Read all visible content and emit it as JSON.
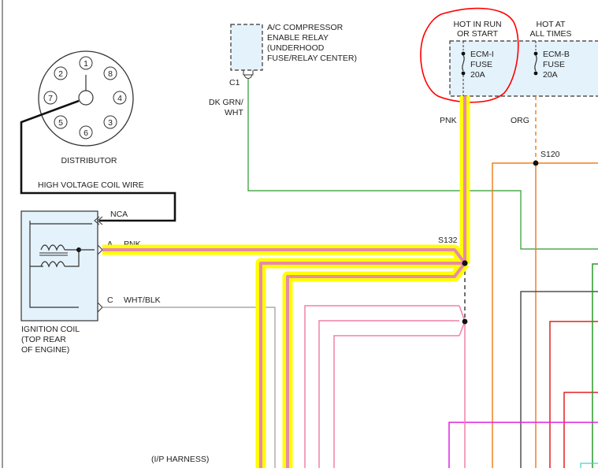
{
  "distributor": {
    "label": "DISTRIBUTOR",
    "terminals": [
      "1",
      "8",
      "4",
      "3",
      "6",
      "5",
      "7",
      "2"
    ]
  },
  "coil_wire_label": "HIGH VOLTAGE COIL WIRE",
  "relay": {
    "lines": [
      "A/C COMPRESSOR",
      "ENABLE RELAY",
      "(UNDERHOOD",
      "FUSE/RELAY CENTER)"
    ],
    "connector": "C1",
    "wire_lines": [
      "DK GRN/",
      "WHT"
    ]
  },
  "fuse_block": {
    "hot_run_lines": [
      "HOT IN RUN",
      "OR START"
    ],
    "hot_all_lines": [
      "HOT AT",
      "ALL TIMES"
    ],
    "fuse_ecm_i": [
      "ECM-I",
      "FUSE",
      "20A"
    ],
    "fuse_ecm_b": [
      "ECM-B",
      "FUSE",
      "20A"
    ]
  },
  "wire_labels": {
    "pnk_vertical": "PNK",
    "org": "ORG",
    "splice_s120": "S120",
    "splice_s132": "S132",
    "nca": "NCA",
    "pin_a": "A",
    "pnk_coil": "PNK",
    "pin_c": "C",
    "wht_blk": "WHT/BLK"
  },
  "ignition_coil": {
    "lines": [
      "IGNITION COIL",
      "(TOP REAR",
      "OF ENGINE)"
    ]
  },
  "harness_label": "(I/P HARNESS)",
  "colors": {
    "highlight_yellow": "#ffff00",
    "pink_wire": "#f080a8",
    "orange_wire": "#f08020",
    "green_wire": "#2a9a2a",
    "red_wire": "#e02020",
    "magenta_wire": "#e020e0",
    "gray_wire": "#505050",
    "component_fill": "#e4f2fb",
    "annotation_red": "#ff0000"
  }
}
